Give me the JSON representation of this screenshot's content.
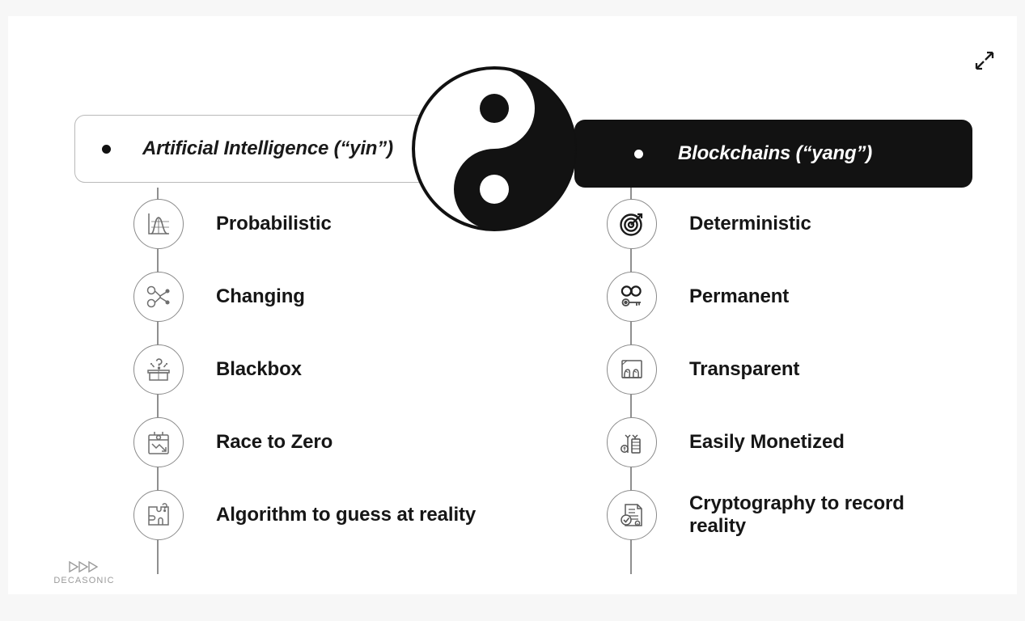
{
  "canvas": {
    "background": "#f7f7f7",
    "card_background": "#ffffff"
  },
  "toolbar": {
    "expand_icon": "expand-diagonal-icon"
  },
  "center_symbol": {
    "name": "yin-yang-symbol",
    "light_color": "#ffffff",
    "dark_color": "#121212"
  },
  "columns": [
    {
      "id": "left",
      "header": {
        "label": "Artificial Intelligence (“yin”)",
        "bullet_color": "#111111",
        "background": "#ffffff",
        "text_color": "#1a1a1a",
        "border_color": "#b9b9b9"
      },
      "items": [
        {
          "label": "Probabilistic",
          "icon": "bell-curve-chart-icon"
        },
        {
          "label": "Changing",
          "icon": "gears-network-icon"
        },
        {
          "label": "Blackbox",
          "icon": "question-box-icon"
        },
        {
          "label": "Race to Zero",
          "icon": "declining-chart-icon"
        },
        {
          "label": "Algorithm to guess at reality",
          "icon": "puzzle-question-icon"
        }
      ]
    },
    {
      "id": "right",
      "header": {
        "label": "Blockchains (“yang”)",
        "bullet_color": "#ffffff",
        "background": "#121212",
        "text_color": "#ffffff",
        "border_color": "#121212"
      },
      "items": [
        {
          "label": "Deterministic",
          "icon": "target-arrow-icon"
        },
        {
          "label": "Permanent",
          "icon": "infinity-key-icon"
        },
        {
          "label": "Transparent",
          "icon": "transparent-window-icon"
        },
        {
          "label": "Easily Monetized",
          "icon": "coins-growth-icon"
        },
        {
          "label": "Cryptography to record reality",
          "icon": "certified-document-icon"
        }
      ]
    }
  ],
  "logo": {
    "mark": "fast-forward-triangles-icon",
    "text": "DECASONIC",
    "color": "#9a9a9a"
  }
}
